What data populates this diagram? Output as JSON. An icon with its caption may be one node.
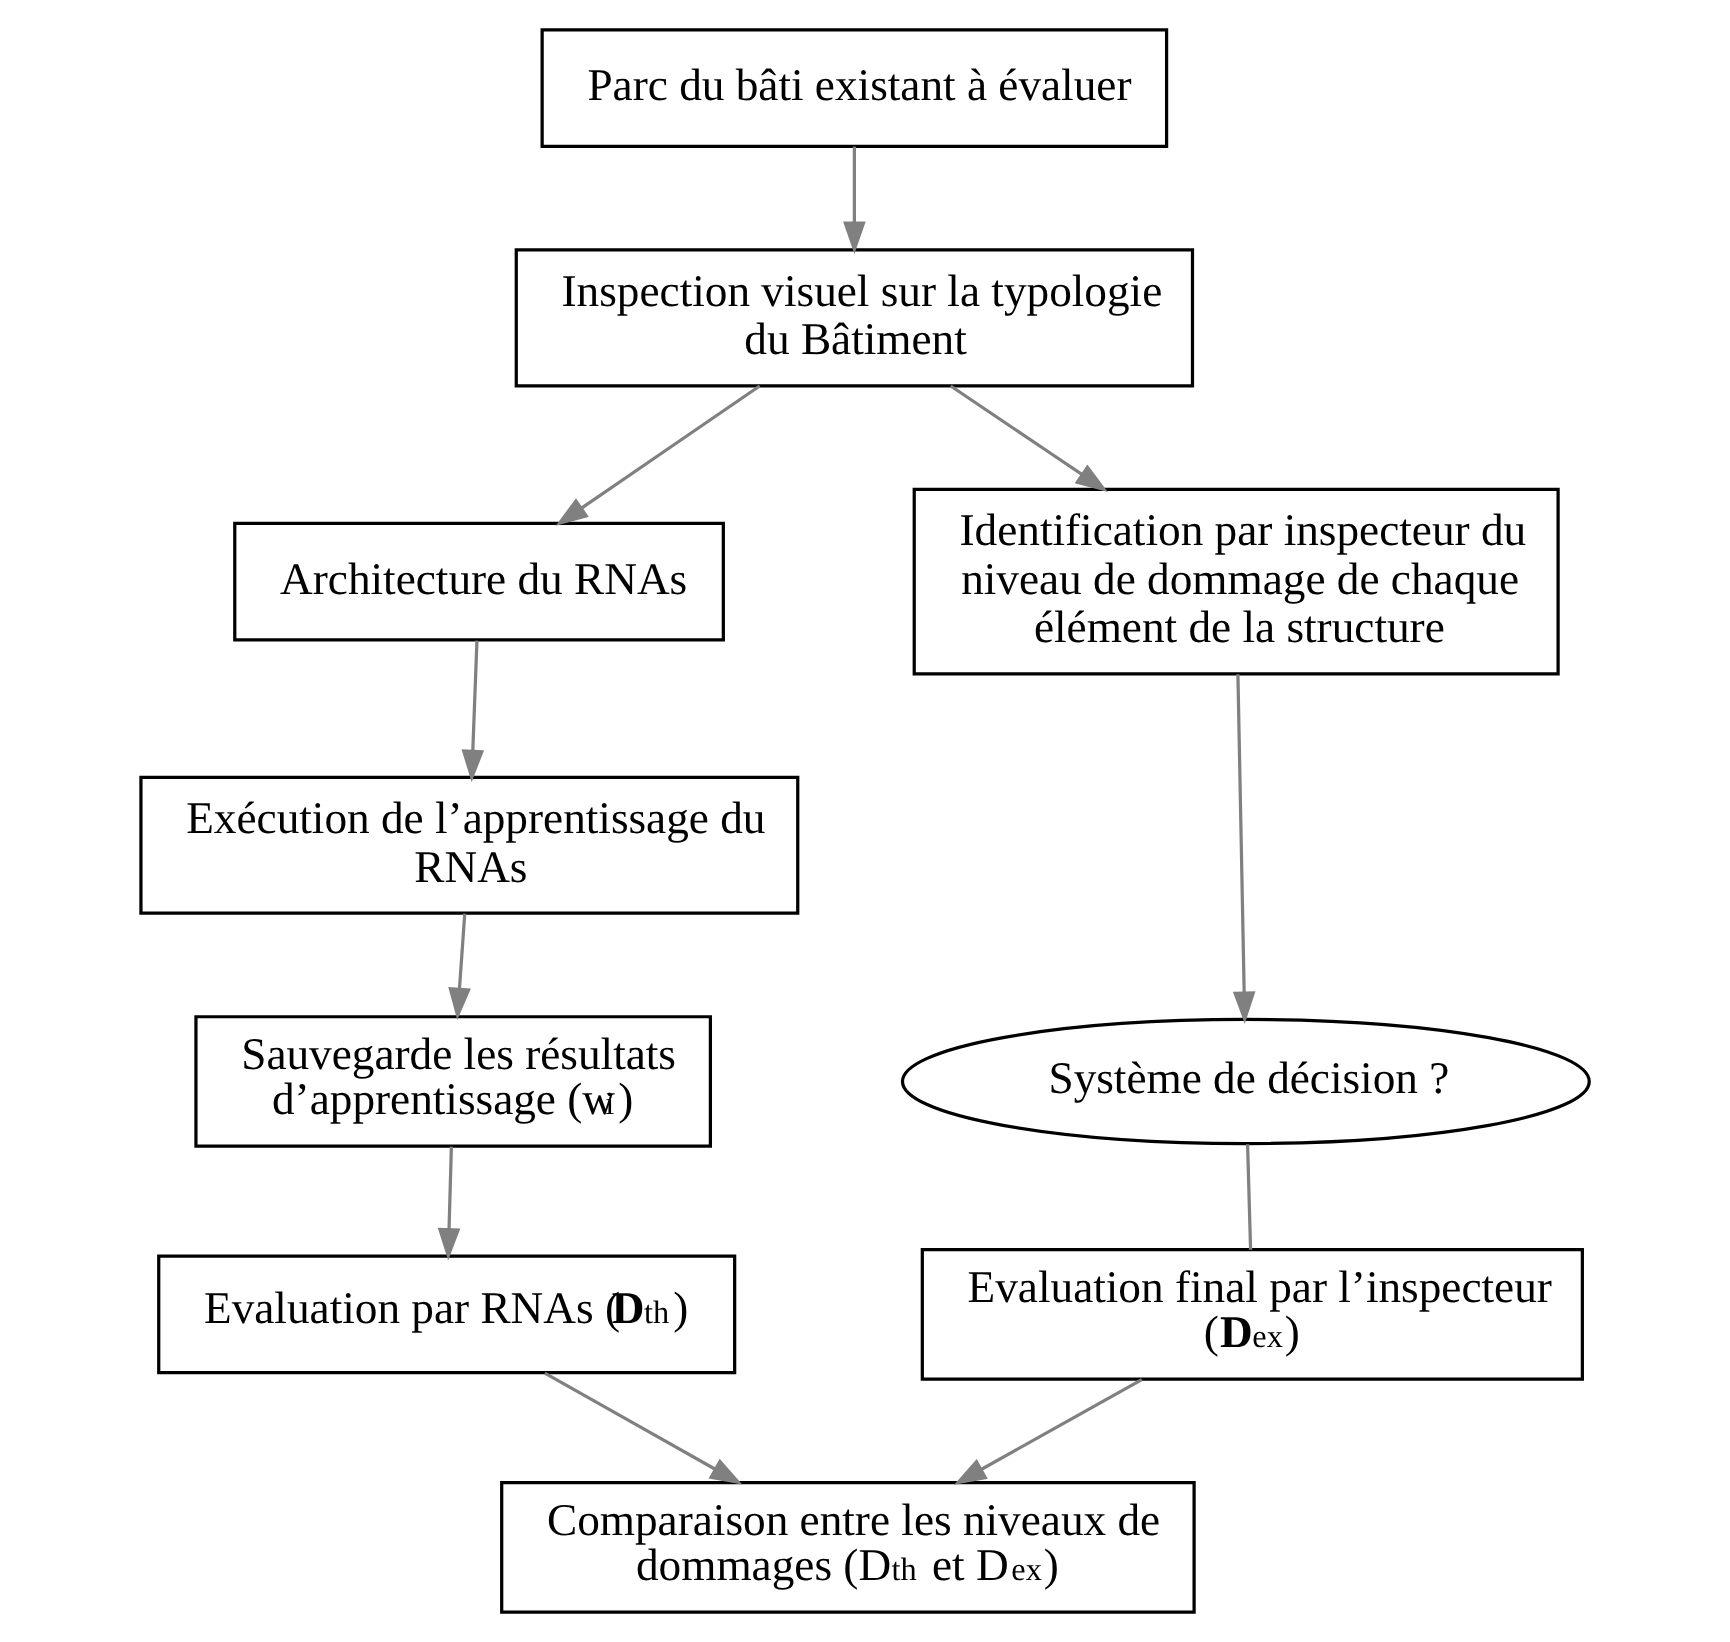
{
  "diagram": {
    "nodes": [
      {
        "text": [
          "Parc du bâti existant à évaluer"
        ]
      },
      {
        "text": [
          "Inspection visuel sur la typologie du Bâtiment"
        ]
      },
      {
        "text": [
          "Architecture du RNAs"
        ]
      },
      {
        "text": [
          "Identification par inspecteur du niveau de dommage de chaque élément de la structure"
        ]
      },
      {
        "text": [
          "Exécution de l’apprentissage du RNAs"
        ]
      },
      {
        "text": [
          "Système de décision ?"
        ]
      },
      {
        "text": [
          "Sauvegarde les résultats d’apprentissage (w$_{i}$)"
        ]
      },
      {
        "text": [
          "Evaluation par RNAs (**D**$_{th}$)"
        ]
      },
      {
        "text": [
          "Evaluation final par l’inspecteur (**D**$_{ex}$)"
        ]
      },
      {
        "text": [
          "Comparaison entre les niveaux de dommages (D$_{th}$ et D$_{ex}$)"
        ]
      }
    ],
    "edges": [
      {
        "from": 0,
        "to": 1,
        "arrow": "to"
      },
      {
        "from": 1,
        "to": 2,
        "arrow": "to"
      },
      {
        "from": 1,
        "to": 3,
        "arrow": "to"
      },
      {
        "from": 2,
        "to": 4,
        "arrow": "to"
      },
      {
        "from": 4,
        "to": 6,
        "arrow": "to"
      },
      {
        "from": 6,
        "to": 7,
        "arrow": "to"
      },
      {
        "from": 3,
        "to": 5,
        "arrow": "to"
      },
      {
        "from": 5,
        "to": 8,
        "arrow": "none"
      },
      {
        "from": 7,
        "to": 9,
        "arrow": "to"
      },
      {
        "from": 8,
        "to": 9,
        "arrow": "to"
      }
    ]
  }
}
